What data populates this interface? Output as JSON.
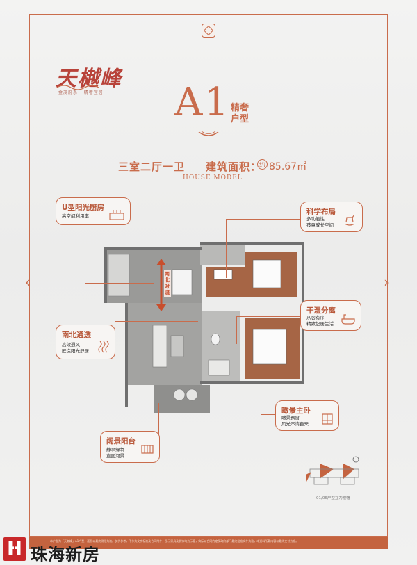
{
  "header": {
    "logo_text": "天樾峰",
    "logo_sub": "金茂府系 · 精奢宜居",
    "model_code": "A1",
    "model_tag": "精奢户型"
  },
  "specs": {
    "rooms": "三室二厅一卫",
    "area_label": "建筑面积：",
    "approx": "约",
    "area_value": "85.67㎡"
  },
  "section_title": "HOUSE MODEL",
  "plan_labels": {
    "axis": "南北对流"
  },
  "callouts": {
    "kitchen": {
      "title": "U型阳光厨房",
      "lines": [
        "高空间利用率"
      ],
      "icon": "kitchen-icon"
    },
    "layout": {
      "title": "科学布局",
      "lines": [
        "多功能性",
        "孩童成长空间"
      ],
      "icon": "rocking-horse-icon"
    },
    "ventilation": {
      "title": "南北通透",
      "lines": [
        "高效通风",
        "匠造阳光舒居"
      ],
      "icon": "airflow-icon"
    },
    "bathroom": {
      "title": "干湿分离",
      "lines": [
        "从容有序",
        "精致起居生活"
      ],
      "icon": "bathtub-icon"
    },
    "master": {
      "title": "瞰景主卧",
      "lines": [
        "瞰景飘窗",
        "风光不请自来"
      ],
      "icon": "window-icon"
    },
    "balcony": {
      "title": "阔景阳台",
      "lines": [
        "静享绿氧",
        "直面河景"
      ],
      "icon": "balcony-icon"
    }
  },
  "compass_caption": "01/06户型立为楼幢",
  "disclaimer": "本户型为「天樾峰」A1户型，面积以最终测绘为准。仅供参考，不作为交房标准及合同附件；图示家具及装饰均为示意，实际以合同约定及政府部门最终批准文件为准，本资料所载内容以最终交付为准。",
  "watermark": {
    "logo": "H",
    "text": "珠海新房"
  },
  "colors": {
    "accent": "#c96c4c",
    "brand": "#b8433a",
    "watermark": "#c8282a"
  }
}
